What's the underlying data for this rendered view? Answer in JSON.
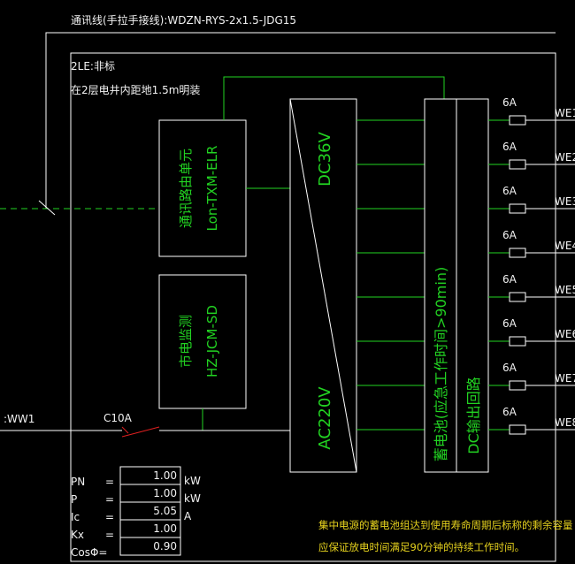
{
  "header": {
    "comm_line": "通讯线(手拉手接线):WDZN-RYS-2x1.5-JDG15",
    "box_id": "2LE:非标",
    "install_note": "在2层电井内距地1.5m明装"
  },
  "modules": {
    "router": {
      "name": "通讯路由单元",
      "model": "Lon-TXM-ELR"
    },
    "monitor": {
      "name": "市电监测",
      "model": "HZ-JCM-SD"
    },
    "converter": {
      "dc_label": "DC36V",
      "ac_label": "AC220V"
    },
    "battery": {
      "label": "蓄电池(应急工作时间>90min)",
      "output_label": "DC输出回路"
    }
  },
  "incoming": {
    "feeder": ":WW1",
    "breaker": "C10A"
  },
  "outputs": [
    {
      "fuse": "6A",
      "circuit": "WE1"
    },
    {
      "fuse": "6A",
      "circuit": "WE2"
    },
    {
      "fuse": "6A",
      "circuit": "WE3"
    },
    {
      "fuse": "6A",
      "circuit": "WE4"
    },
    {
      "fuse": "6A",
      "circuit": "WE5"
    },
    {
      "fuse": "6A",
      "circuit": "WE6"
    },
    {
      "fuse": "6A",
      "circuit": "WE7"
    },
    {
      "fuse": "6A",
      "circuit": "WE8"
    }
  ],
  "parameters": [
    {
      "symbol": "PN",
      "eq": "=",
      "value": "1.00",
      "unit": "kW"
    },
    {
      "symbol": "P",
      "eq": "=",
      "value": "1.00",
      "unit": "kW"
    },
    {
      "symbol": "Ic",
      "eq": "=",
      "value": "5.05",
      "unit": "A"
    },
    {
      "symbol": "Kx",
      "eq": "=",
      "value": "1.00",
      "unit": ""
    },
    {
      "symbol": "CosΦ=",
      "eq": "",
      "value": "0.90",
      "unit": ""
    }
  ],
  "note": {
    "line1": "集中电源的蓄电池组达到使用寿命周期后标称的剩余容量",
    "line2": "应保证放电时间满足90分钟的持续工作时间。"
  }
}
